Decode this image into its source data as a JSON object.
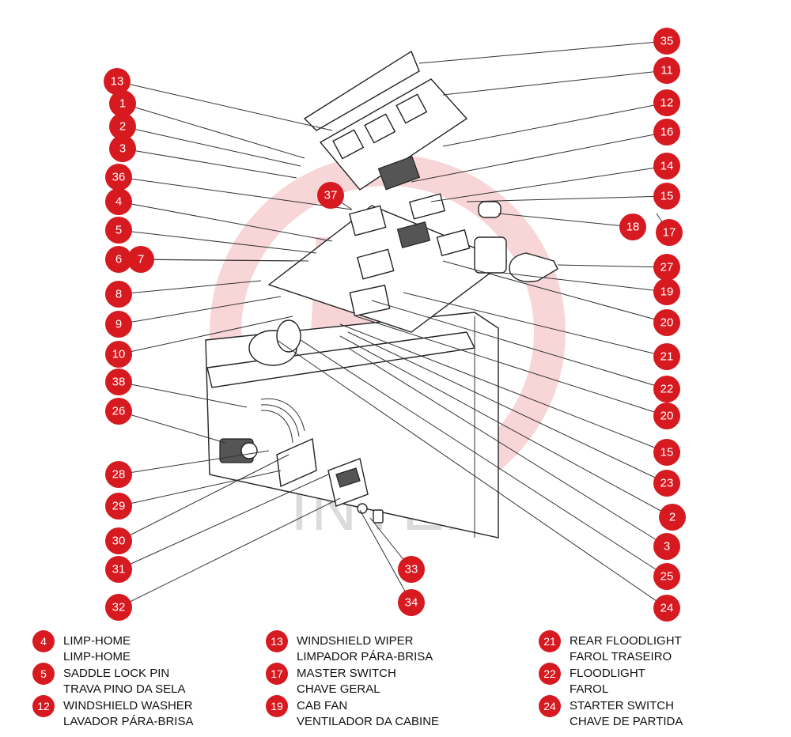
{
  "watermark": "INTEX",
  "accent_color": "#d71920",
  "callouts": [
    {
      "id": "c35",
      "number": "35"
    },
    {
      "id": "c11",
      "number": "11"
    },
    {
      "id": "c12",
      "number": "12"
    },
    {
      "id": "c16",
      "number": "16"
    },
    {
      "id": "c14",
      "number": "14"
    },
    {
      "id": "c15a",
      "number": "15"
    },
    {
      "id": "c18",
      "number": "18"
    },
    {
      "id": "c17",
      "number": "17"
    },
    {
      "id": "c27",
      "number": "27"
    },
    {
      "id": "c19",
      "number": "19"
    },
    {
      "id": "c20a",
      "number": "20"
    },
    {
      "id": "c21",
      "number": "21"
    },
    {
      "id": "c22",
      "number": "22"
    },
    {
      "id": "c20b",
      "number": "20"
    },
    {
      "id": "c15b",
      "number": "15"
    },
    {
      "id": "c23",
      "number": "23"
    },
    {
      "id": "c2b",
      "number": "2"
    },
    {
      "id": "c3b",
      "number": "3"
    },
    {
      "id": "c25",
      "number": "25"
    },
    {
      "id": "c24",
      "number": "24"
    },
    {
      "id": "c13",
      "number": "13"
    },
    {
      "id": "c1",
      "number": "1"
    },
    {
      "id": "c2a",
      "number": "2"
    },
    {
      "id": "c3a",
      "number": "3"
    },
    {
      "id": "c36",
      "number": "36"
    },
    {
      "id": "c37",
      "number": "37"
    },
    {
      "id": "c4",
      "number": "4"
    },
    {
      "id": "c5",
      "number": "5"
    },
    {
      "id": "c6",
      "number": "6"
    },
    {
      "id": "c7",
      "number": "7"
    },
    {
      "id": "c8",
      "number": "8"
    },
    {
      "id": "c9",
      "number": "9"
    },
    {
      "id": "c10",
      "number": "10"
    },
    {
      "id": "c38",
      "number": "38"
    },
    {
      "id": "c26",
      "number": "26"
    },
    {
      "id": "c28",
      "number": "28"
    },
    {
      "id": "c29",
      "number": "29"
    },
    {
      "id": "c30",
      "number": "30"
    },
    {
      "id": "c31",
      "number": "31"
    },
    {
      "id": "c32",
      "number": "32"
    },
    {
      "id": "c33",
      "number": "33"
    },
    {
      "id": "c34",
      "number": "34"
    }
  ],
  "legend": [
    {
      "number": "4",
      "en": "LIMP-HOME",
      "pt": "LIMP-HOME"
    },
    {
      "number": "5",
      "en": "SADDLE LOCK PIN",
      "pt": "TRAVA PINO DA SELA"
    },
    {
      "number": "12",
      "en": "WINDSHIELD WASHER",
      "pt": "LAVADOR PÁRA-BRISA"
    },
    {
      "number": "13",
      "en": "WINDSHIELD WIPER",
      "pt": "LIMPADOR PÁRA-BRISA"
    },
    {
      "number": "17",
      "en": "MASTER SWITCH",
      "pt": "CHAVE GERAL"
    },
    {
      "number": "19",
      "en": "CAB FAN",
      "pt": "VENTILADOR DA CABINE"
    },
    {
      "number": "21",
      "en": "REAR FLOODLIGHT",
      "pt": "FAROL TRASEIRO"
    },
    {
      "number": "22",
      "en": "FLOODLIGHT",
      "pt": "FAROL"
    },
    {
      "number": "24",
      "en": "STARTER SWITCH",
      "pt": "CHAVE DE PARTIDA"
    }
  ]
}
